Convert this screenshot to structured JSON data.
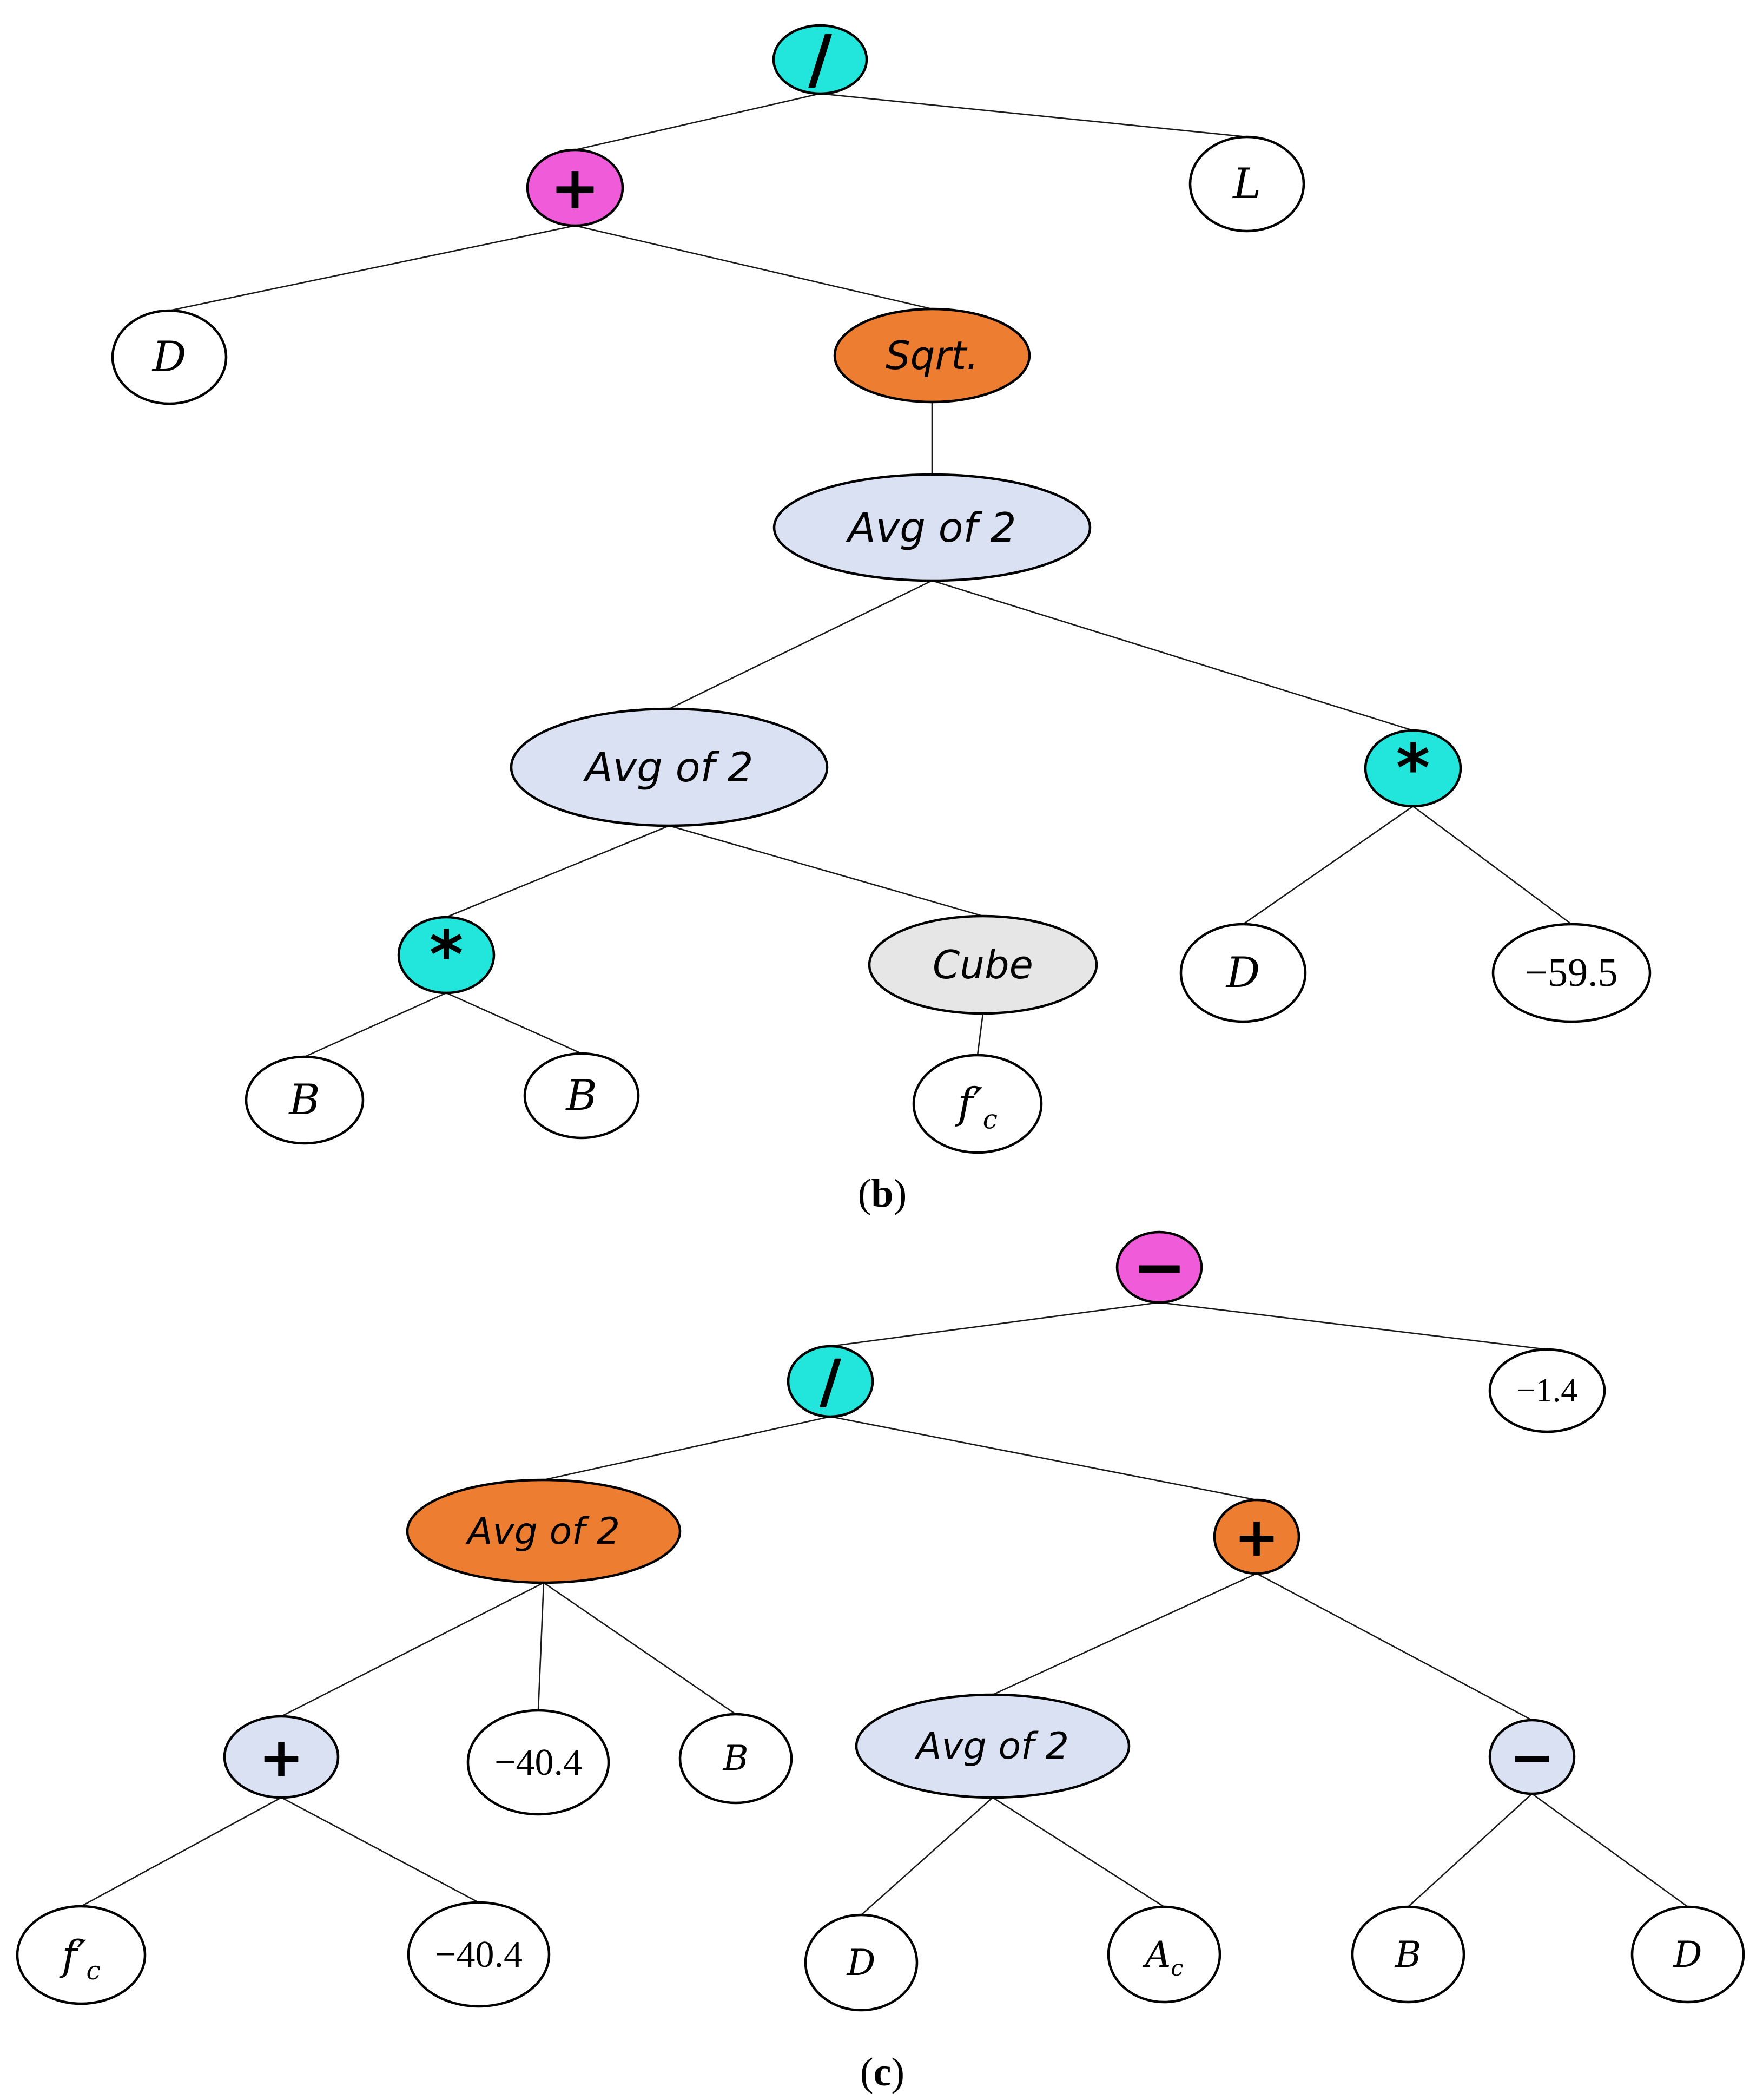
{
  "colors": {
    "cyan": "#22E5DC",
    "magenta": "#F05BD9",
    "orange": "#ED7D31",
    "lightblue": "#D9E1F2",
    "gray": "#E6E6E6",
    "white": "#FFFFFF"
  },
  "panels": [
    {
      "id": "b",
      "caption": {
        "open": "(",
        "letter": "b",
        "close": ")"
      },
      "nodes": [
        {
          "id": "b_div",
          "label": "/",
          "kind": "op",
          "color": "cyan"
        },
        {
          "id": "b_plus",
          "label": "+",
          "kind": "op",
          "color": "magenta"
        },
        {
          "id": "b_L",
          "label": "L",
          "kind": "math",
          "color": "white"
        },
        {
          "id": "b_D1",
          "label": "D",
          "kind": "math",
          "color": "white"
        },
        {
          "id": "b_sqrt",
          "label": "Sqrt.",
          "kind": "text",
          "color": "orange"
        },
        {
          "id": "b_avg1",
          "label": "Avg of 2",
          "kind": "text",
          "color": "lightblue"
        },
        {
          "id": "b_avg2",
          "label": "Avg of 2",
          "kind": "text",
          "color": "lightblue"
        },
        {
          "id": "b_mul2",
          "label": "*",
          "kind": "op",
          "color": "cyan"
        },
        {
          "id": "b_mul1",
          "label": "*",
          "kind": "op",
          "color": "cyan"
        },
        {
          "id": "b_cube",
          "label": "Cube",
          "kind": "text",
          "color": "gray"
        },
        {
          "id": "b_D2",
          "label": "D",
          "kind": "math",
          "color": "white"
        },
        {
          "id": "b_n595",
          "label": "−59.5",
          "kind": "num",
          "color": "white"
        },
        {
          "id": "b_B1",
          "label": "B",
          "kind": "math",
          "color": "white"
        },
        {
          "id": "b_B2",
          "label": "B",
          "kind": "math",
          "color": "white"
        },
        {
          "id": "b_fc",
          "label": "f′",
          "sub": "c",
          "kind": "math",
          "color": "white"
        }
      ],
      "edges": [
        [
          "b_div",
          "b_plus"
        ],
        [
          "b_div",
          "b_L"
        ],
        [
          "b_plus",
          "b_D1"
        ],
        [
          "b_plus",
          "b_sqrt"
        ],
        [
          "b_sqrt",
          "b_avg1"
        ],
        [
          "b_avg1",
          "b_avg2"
        ],
        [
          "b_avg1",
          "b_mul2"
        ],
        [
          "b_avg2",
          "b_mul1"
        ],
        [
          "b_avg2",
          "b_cube"
        ],
        [
          "b_mul2",
          "b_D2"
        ],
        [
          "b_mul2",
          "b_n595"
        ],
        [
          "b_mul1",
          "b_B1"
        ],
        [
          "b_mul1",
          "b_B2"
        ],
        [
          "b_cube",
          "b_fc"
        ]
      ]
    },
    {
      "id": "c",
      "caption": {
        "open": "(",
        "letter": "c",
        "close": ")"
      },
      "nodes": [
        {
          "id": "c_minus",
          "label": "−",
          "kind": "op",
          "color": "magenta"
        },
        {
          "id": "c_div",
          "label": "/",
          "kind": "op",
          "color": "cyan"
        },
        {
          "id": "c_n14",
          "label": "−1.4",
          "kind": "num",
          "color": "white"
        },
        {
          "id": "c_avg3",
          "label": "Avg of 2",
          "kind": "text",
          "color": "orange"
        },
        {
          "id": "c_plus2",
          "label": "+",
          "kind": "op",
          "color": "orange"
        },
        {
          "id": "c_plus1",
          "label": "+",
          "kind": "op",
          "color": "lightblue"
        },
        {
          "id": "c_n404a",
          "label": "−40.4",
          "kind": "num",
          "color": "white"
        },
        {
          "id": "c_B1",
          "label": "B",
          "kind": "math",
          "color": "white"
        },
        {
          "id": "c_avg4",
          "label": "Avg of 2",
          "kind": "text",
          "color": "lightblue"
        },
        {
          "id": "c_minus2",
          "label": "−",
          "kind": "op",
          "color": "lightblue"
        },
        {
          "id": "c_fc",
          "label": "f′",
          "sub": "c",
          "kind": "math",
          "color": "white"
        },
        {
          "id": "c_n404b",
          "label": "−40.4",
          "kind": "num",
          "color": "white"
        },
        {
          "id": "c_D1",
          "label": "D",
          "kind": "math",
          "color": "white"
        },
        {
          "id": "c_Ac",
          "label": "A",
          "sub": "c",
          "kind": "math",
          "color": "white"
        },
        {
          "id": "c_B2",
          "label": "B",
          "kind": "math",
          "color": "white"
        },
        {
          "id": "c_D2",
          "label": "D",
          "kind": "math",
          "color": "white"
        }
      ],
      "edges": [
        [
          "c_minus",
          "c_div"
        ],
        [
          "c_minus",
          "c_n14"
        ],
        [
          "c_div",
          "c_avg3"
        ],
        [
          "c_div",
          "c_plus2"
        ],
        [
          "c_avg3",
          "c_plus1"
        ],
        [
          "c_avg3",
          "c_n404a"
        ],
        [
          "c_avg3",
          "c_B1"
        ],
        [
          "c_plus2",
          "c_avg4"
        ],
        [
          "c_plus2",
          "c_minus2"
        ],
        [
          "c_plus1",
          "c_fc"
        ],
        [
          "c_plus1",
          "c_n404b"
        ],
        [
          "c_avg4",
          "c_D1"
        ],
        [
          "c_avg4",
          "c_Ac"
        ],
        [
          "c_minus2",
          "c_B2"
        ],
        [
          "c_minus2",
          "c_D2"
        ]
      ]
    }
  ]
}
